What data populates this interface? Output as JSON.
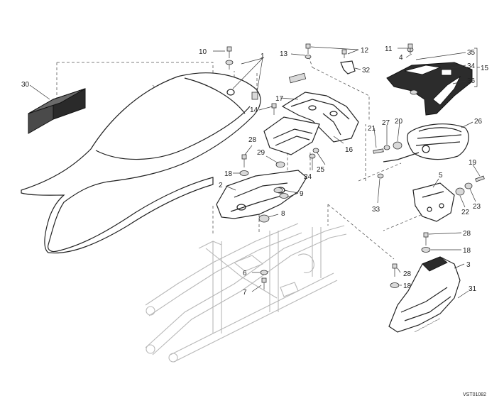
{
  "drawing_code": "VST01082",
  "callouts": [
    {
      "id": "c1",
      "text": "1"
    },
    {
      "id": "c2",
      "text": "2"
    },
    {
      "id": "c3",
      "text": "3"
    },
    {
      "id": "c4",
      "text": "4"
    },
    {
      "id": "c5",
      "text": "5"
    },
    {
      "id": "c6",
      "text": "6"
    },
    {
      "id": "c7",
      "text": "7"
    },
    {
      "id": "c8",
      "text": "8"
    },
    {
      "id": "c9",
      "text": "9"
    },
    {
      "id": "c10",
      "text": "10"
    },
    {
      "id": "c11",
      "text": "11"
    },
    {
      "id": "c12",
      "text": "12"
    },
    {
      "id": "c13",
      "text": "13"
    },
    {
      "id": "c14",
      "text": "14"
    },
    {
      "id": "c15",
      "text": "15"
    },
    {
      "id": "c16",
      "text": "16"
    },
    {
      "id": "c17",
      "text": "17"
    },
    {
      "id": "c18a",
      "text": "18"
    },
    {
      "id": "c18b",
      "text": "18"
    },
    {
      "id": "c18c",
      "text": "18"
    },
    {
      "id": "c19",
      "text": "19"
    },
    {
      "id": "c20",
      "text": "20"
    },
    {
      "id": "c21",
      "text": "21"
    },
    {
      "id": "c22",
      "text": "22"
    },
    {
      "id": "c23",
      "text": "23"
    },
    {
      "id": "c24",
      "text": "24"
    },
    {
      "id": "c25",
      "text": "25"
    },
    {
      "id": "c26",
      "text": "26"
    },
    {
      "id": "c27",
      "text": "27"
    },
    {
      "id": "c28a",
      "text": "28"
    },
    {
      "id": "c28b",
      "text": "28"
    },
    {
      "id": "c28c",
      "text": "28"
    },
    {
      "id": "c29",
      "text": "29"
    },
    {
      "id": "c30",
      "text": "30"
    },
    {
      "id": "c31",
      "text": "31"
    },
    {
      "id": "c32",
      "text": "32"
    },
    {
      "id": "c33",
      "text": "33"
    },
    {
      "id": "c34",
      "text": "34"
    },
    {
      "id": "c35",
      "text": "35"
    },
    {
      "id": "c36",
      "text": "36"
    }
  ]
}
